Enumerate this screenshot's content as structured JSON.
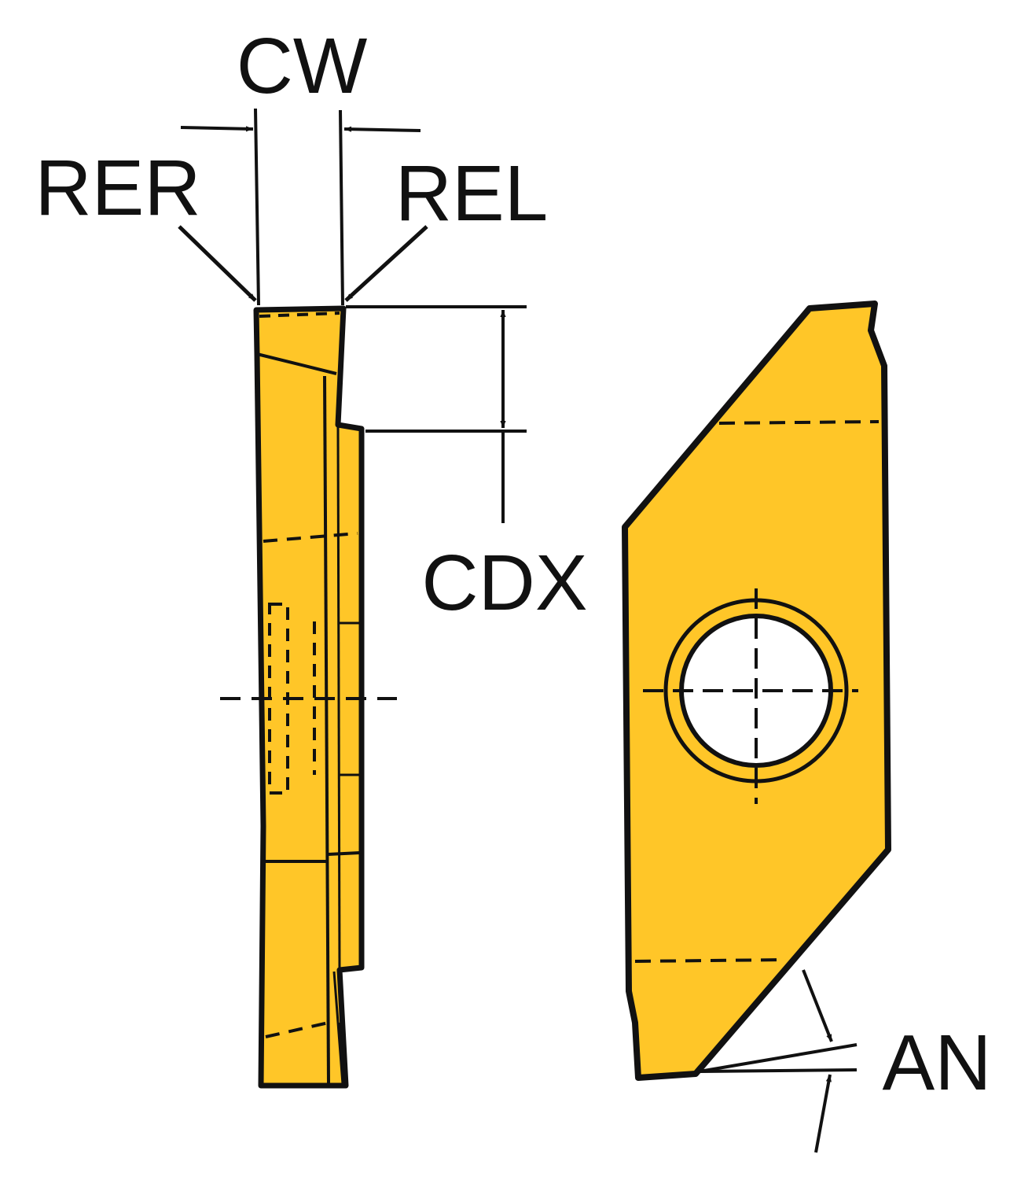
{
  "labels": {
    "cw": "CW",
    "rer": "RER",
    "rel": "REL",
    "cdx": "CDX",
    "an": "AN"
  },
  "colors": {
    "insert_fill": "#FFC628",
    "line": "#111111",
    "background": "#FFFFFF"
  }
}
